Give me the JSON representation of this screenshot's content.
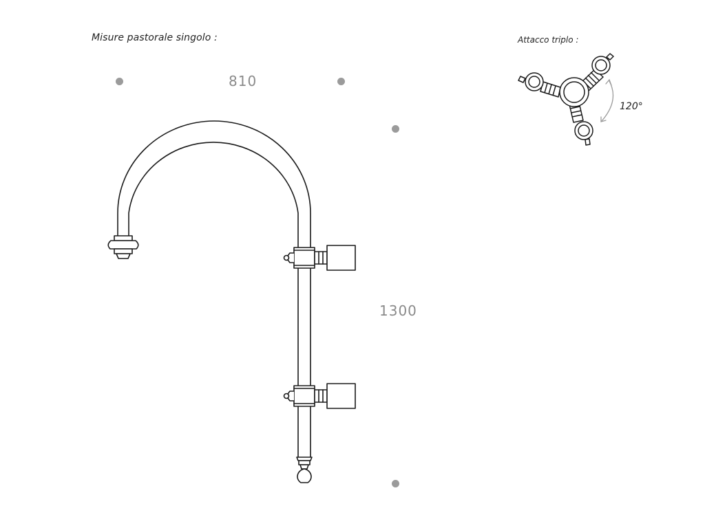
{
  "title": "Misure pastorale singolo :",
  "dimensions": {
    "width_label": "810",
    "height_label": "1300"
  },
  "inset": {
    "title": "Attacco triplo :",
    "angle_label": "120°"
  },
  "colors": {
    "line": "#1a1a1a",
    "dimension_text": "#8a8a8a",
    "marker": "#9b9b9b",
    "arrow": "#9a9a9a",
    "background": "#ffffff"
  }
}
